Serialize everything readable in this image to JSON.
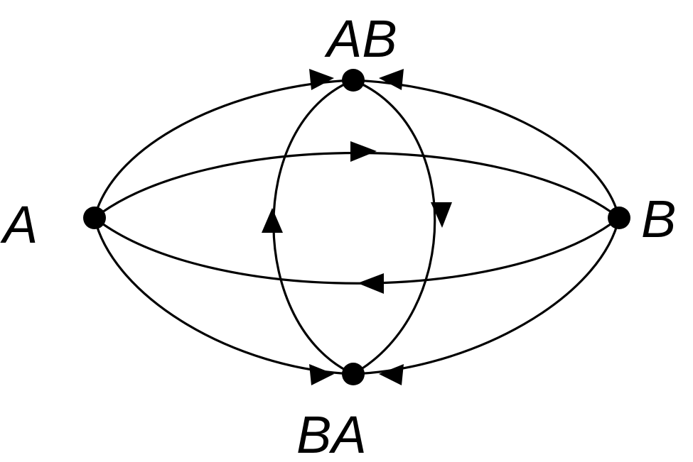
{
  "diagram": {
    "nodes": [
      {
        "id": "A",
        "label": "A"
      },
      {
        "id": "B",
        "label": "B"
      },
      {
        "id": "AB",
        "label": "AB"
      },
      {
        "id": "BA",
        "label": "BA"
      }
    ],
    "edges": [
      {
        "from": "A",
        "to": "AB"
      },
      {
        "from": "B",
        "to": "AB"
      },
      {
        "from": "A",
        "to": "BA"
      },
      {
        "from": "B",
        "to": "BA"
      },
      {
        "from": "A",
        "to": "B"
      },
      {
        "from": "B",
        "to": "A"
      },
      {
        "from": "AB",
        "to": "BA"
      },
      {
        "from": "BA",
        "to": "AB"
      }
    ],
    "colors": {
      "stroke": "#000000",
      "background": "#ffffff"
    }
  }
}
